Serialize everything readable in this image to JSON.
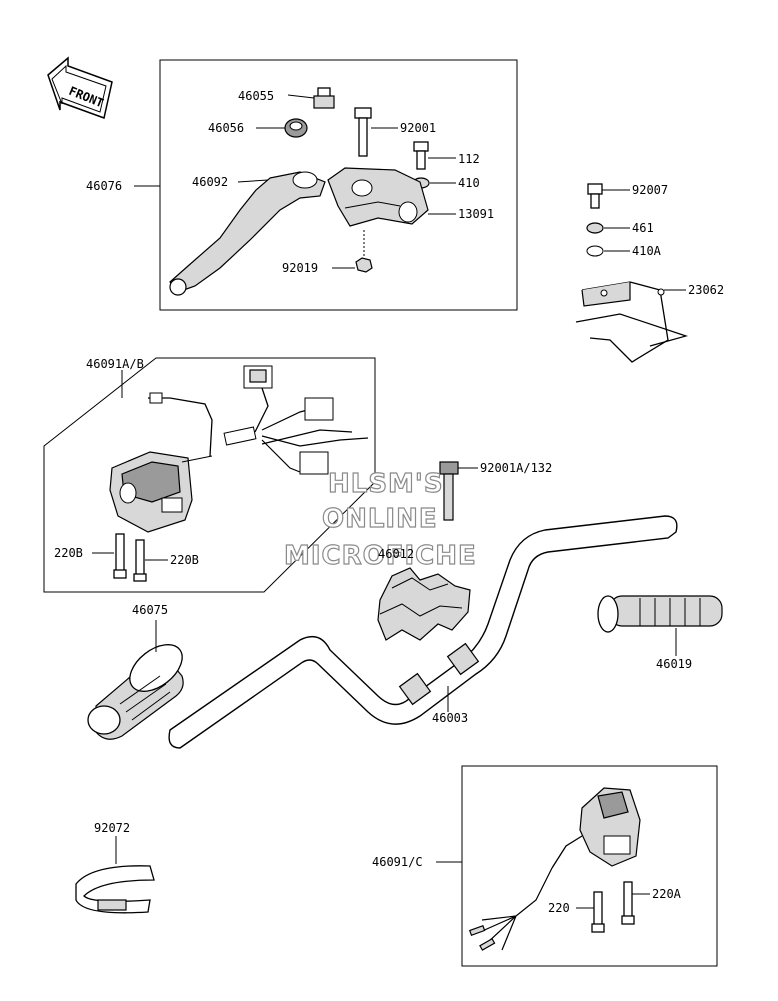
{
  "front_arrow": {
    "label": "FRONT"
  },
  "watermark": {
    "line1": "HLSM'S",
    "line2": "ONLINE",
    "line3": "MICROFICHE"
  },
  "parts": {
    "p46055": "46055",
    "p46056": "46056",
    "p92001": "92001",
    "p112": "112",
    "p410": "410",
    "p13091": "13091",
    "p46076": "46076",
    "p46092": "46092",
    "p92019": "92019",
    "p92007": "92007",
    "p461": "461",
    "p410A": "410A",
    "p23062": "23062",
    "p46091AB": "46091A/B",
    "p92001A132": "92001A/132",
    "p220B_left": "220B",
    "p220B_right": "220B",
    "p46012": "46012",
    "p46075": "46075",
    "p46019": "46019",
    "p46003": "46003",
    "p92072": "92072",
    "p46091C": "46091/C",
    "p220": "220",
    "p220A": "220A"
  }
}
